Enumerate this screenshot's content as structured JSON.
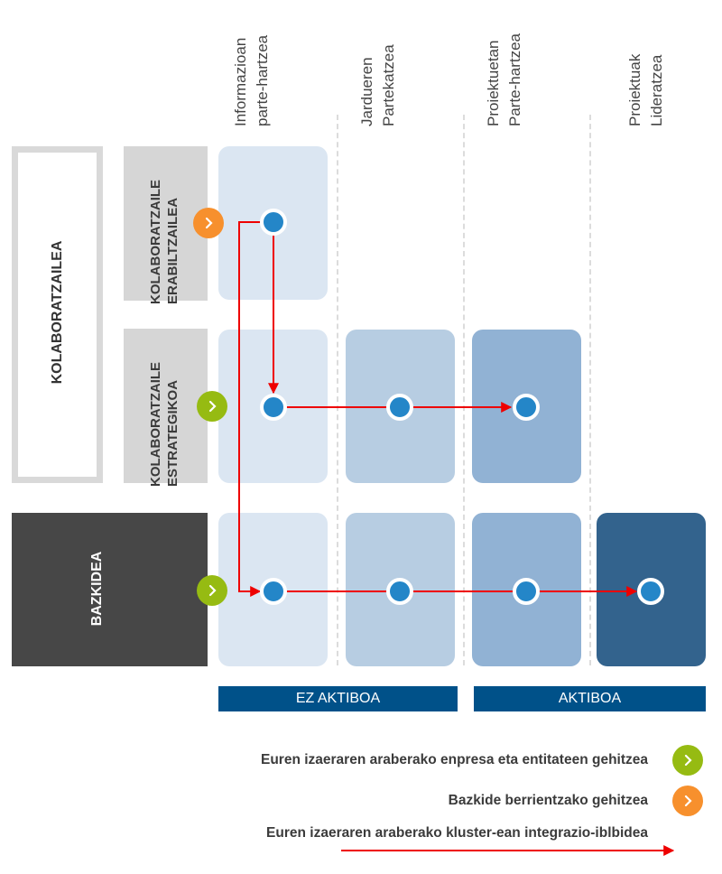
{
  "columns": [
    {
      "line1": "Informazioan",
      "line2": "parte-hartzea"
    },
    {
      "line1": "Jardueren",
      "line2": "Partekatzea"
    },
    {
      "line1": "Proiektuetan",
      "line2": "Parte-hartzea"
    },
    {
      "line1": "Proiektuak",
      "line2": "Lideratzea"
    }
  ],
  "groups": {
    "kolaboratzailea": "KOLABORATZAILEA",
    "bazkidea": "BAZKIDEA"
  },
  "rows": [
    {
      "line1": "KOLABORATZAILE",
      "line2": "ERABILTZAILEA",
      "entry_badge": "orange",
      "active_columns": 1
    },
    {
      "line1": "KOLABORATZAILE",
      "line2": "ESTRATEGIKOA",
      "entry_badge": "green",
      "active_columns": 3
    },
    {
      "line1": "BAZKIDEA",
      "line2": "",
      "entry_badge": "green",
      "active_columns": 4
    }
  ],
  "status": {
    "inactive": "EZ AKTIBOA",
    "active": "AKTIBOA"
  },
  "legend": {
    "green_entry": "Euren izaeraren araberako enpresa eta entitateen gehitzea",
    "orange_entry": "Bazkide berrientzako gehitzea",
    "path": "Euren izaeraren araberako kluster-ean integrazio-iblbidea"
  },
  "colors": {
    "green": "#96bb12",
    "orange": "#f7902d",
    "path_red": "#ee0000",
    "node_blue": "#2486c8",
    "status_blue": "#005189",
    "card_levels": [
      "#dbe6f2",
      "#b7cde2",
      "#91b2d4",
      "#33638d"
    ]
  },
  "icons": {
    "entry_badge": "chevron-right-icon",
    "node": "circle-node-icon",
    "path": "arrow-right-icon"
  }
}
